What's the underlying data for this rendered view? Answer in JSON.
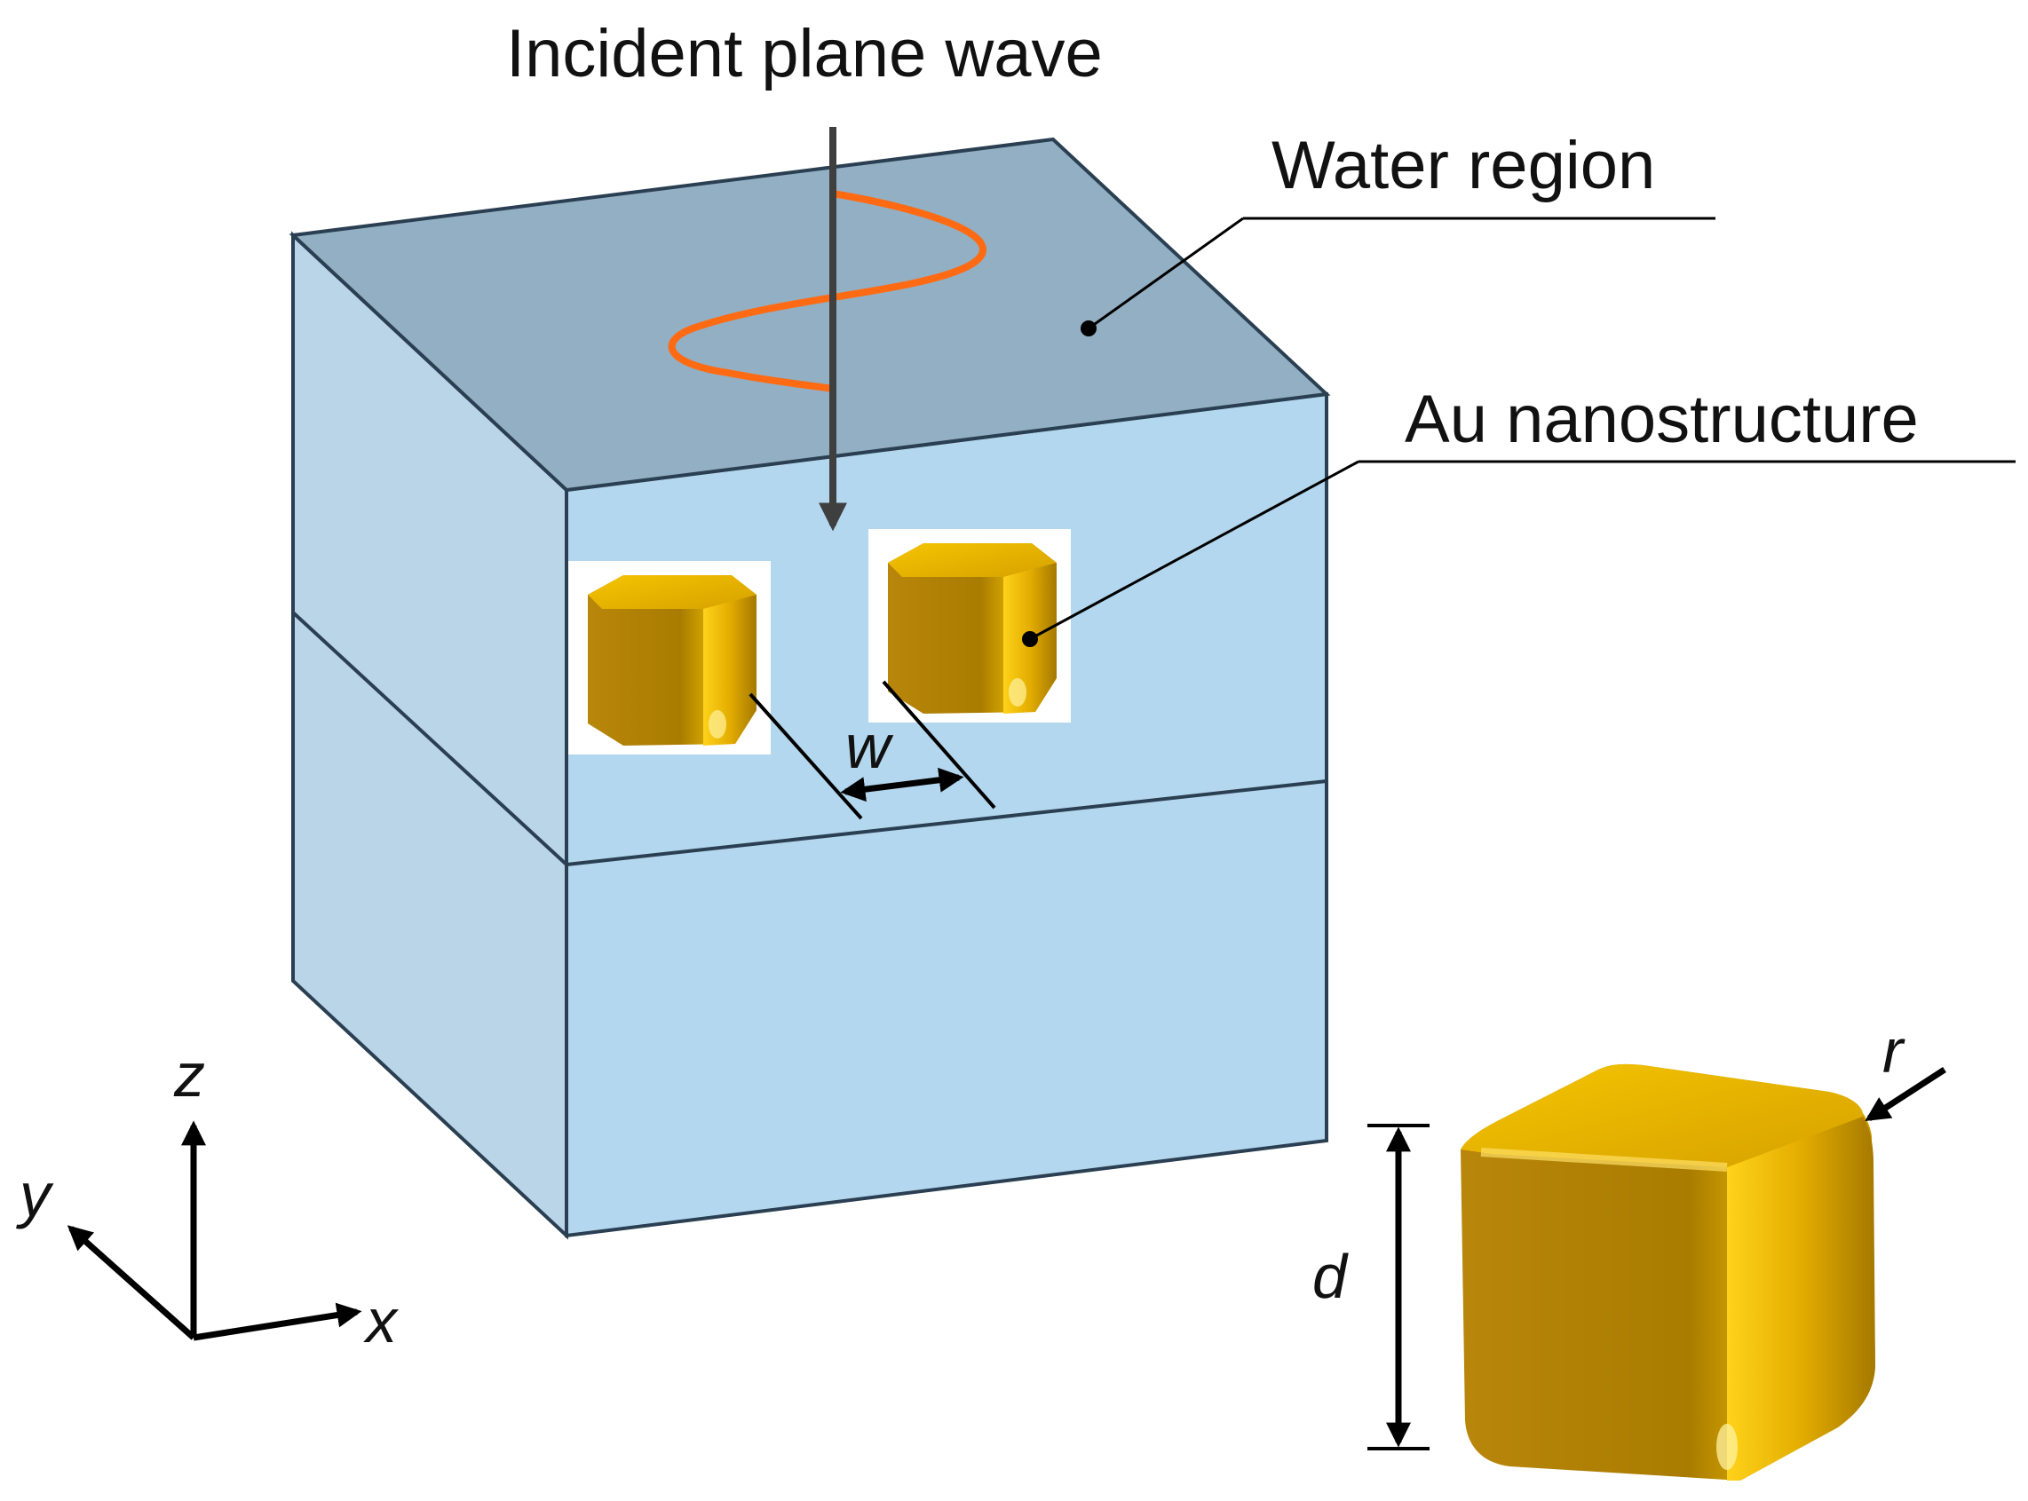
{
  "labels": {
    "incident_wave": "Incident plane wave",
    "water_region": "Water region",
    "au_nanostructure": "Au nanostructure",
    "gap_w": "w",
    "edge_radius_r": "r",
    "cube_size_d": "d"
  },
  "axes": {
    "z": "z",
    "y": "y",
    "x": "x"
  },
  "colors": {
    "box_top": "#93afc3",
    "box_front": "#b3d7ee",
    "box_side": "#bad5e8",
    "edge": "#2b3f52",
    "wave": "#ff6a13",
    "arrow": "#3f3f3f",
    "gold": "#d8a200"
  }
}
